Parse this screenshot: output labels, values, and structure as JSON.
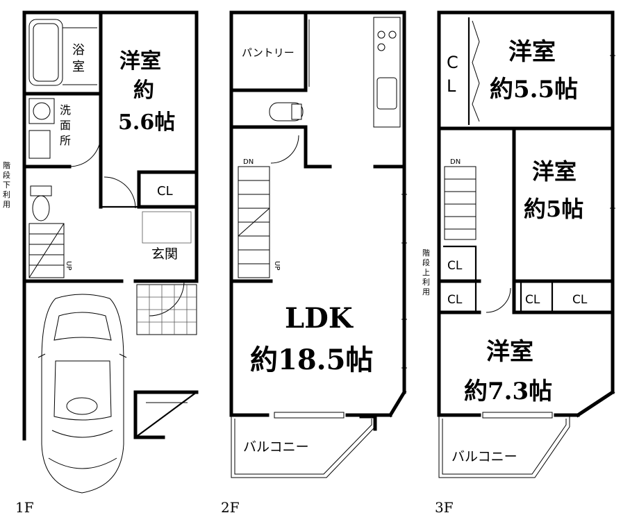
{
  "floors": {
    "f1": {
      "label": "1F",
      "bath": [
        "浴",
        "室"
      ],
      "washroom": [
        "洗",
        "面",
        "所"
      ],
      "room": [
        "洋室",
        "約",
        "5.6帖"
      ],
      "closet": "CL",
      "entrance": "玄関",
      "under_stairs": [
        "階",
        "段",
        "下",
        "利",
        "用"
      ],
      "up_mark": "UP"
    },
    "f2": {
      "label": "2F",
      "pantry": "パントリー",
      "ldk": [
        "LDK",
        "約18.5帖"
      ],
      "balcony": "バルコニー",
      "down_mark": "DN",
      "up_mark": "UP"
    },
    "f3": {
      "label": "3F",
      "closet_top": [
        "C",
        "L"
      ],
      "room1": [
        "洋室",
        "約5.5帖"
      ],
      "room2": [
        "洋室",
        "約5帖"
      ],
      "room3": [
        "洋室",
        "約7.3帖"
      ],
      "closets": [
        "CL",
        "CL",
        "CL",
        "CL"
      ],
      "above_stairs": [
        "階",
        "段",
        "上",
        "利",
        "用"
      ],
      "balcony": "バルコニー",
      "down_mark": "DN"
    }
  }
}
